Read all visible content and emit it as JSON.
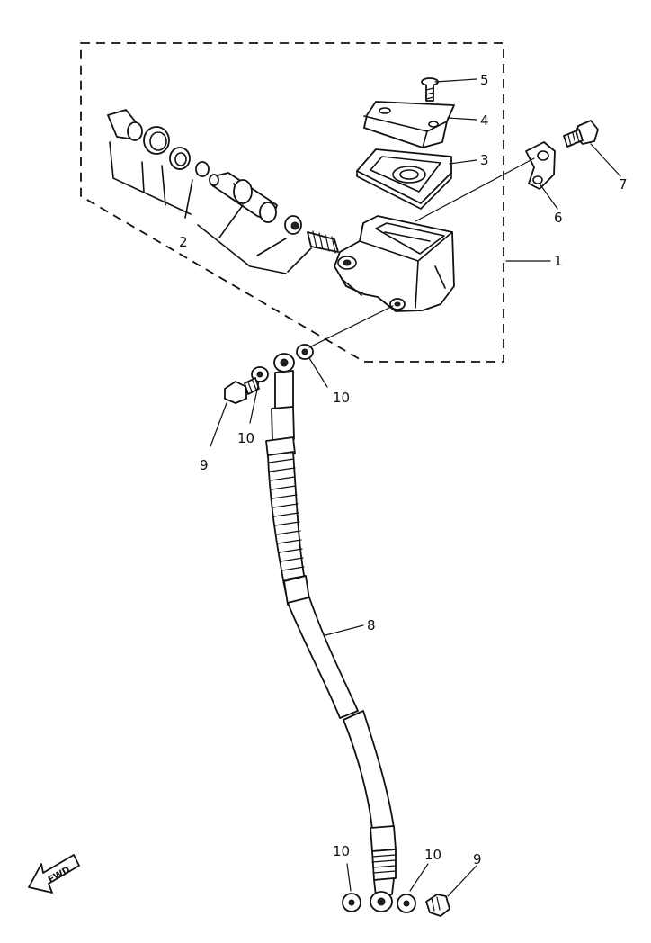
{
  "callouts": {
    "c1": "1",
    "c2": "2",
    "c3": "3",
    "c4": "4",
    "c5": "5",
    "c6": "6",
    "c7": "7",
    "c8": "8",
    "c9a": "9",
    "c9b": "9",
    "c10a": "10",
    "c10b": "10",
    "c10c": "10",
    "c10d": "10"
  },
  "fwd_label": "FWD"
}
